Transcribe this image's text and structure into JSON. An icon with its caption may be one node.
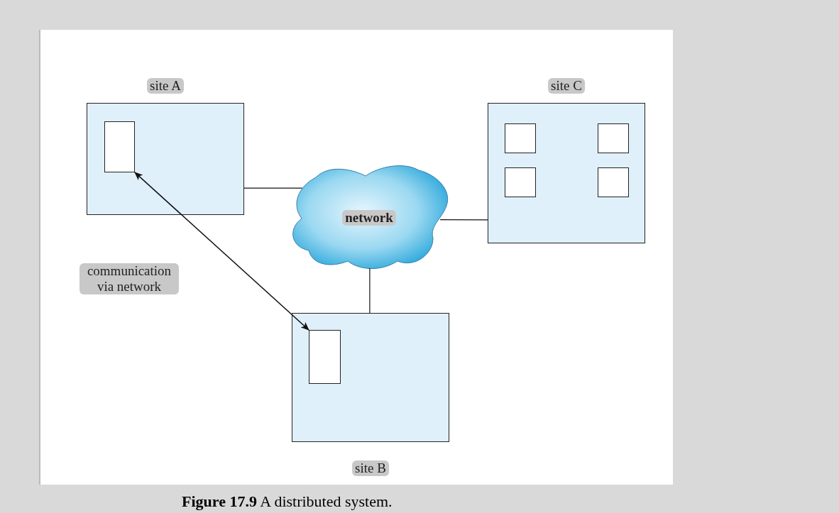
{
  "diagram": {
    "caption": "**Figure 17.9** A distributed system.",
    "nodes": [
      {
        "text": [
          "site A"
        ]
      },
      {
        "text": [],
        "shape": "box",
        "in": 0
      },
      {
        "text": [
          "network"
        ]
      },
      {
        "text": [
          "site C"
        ]
      },
      {
        "text": [],
        "shape": "box",
        "in": 3
      },
      {
        "text": [],
        "shape": "box",
        "in": 3
      },
      {
        "text": [],
        "shape": "box",
        "in": 3
      },
      {
        "text": [],
        "shape": "box",
        "in": 3
      },
      {
        "text": [
          "site B"
        ]
      },
      {
        "text": [],
        "shape": "box",
        "in": 8
      }
    ],
    "edges": [
      {
        "from": 0,
        "to": 2,
        "arrow": "none"
      },
      {
        "from": 2,
        "to": 3,
        "arrow": "none"
      },
      {
        "from": 2,
        "to": 8,
        "arrow": "none"
      },
      {
        "from": 1,
        "to": 9,
        "arrow": "both",
        "label": "communication via network"
      }
    ]
  }
}
